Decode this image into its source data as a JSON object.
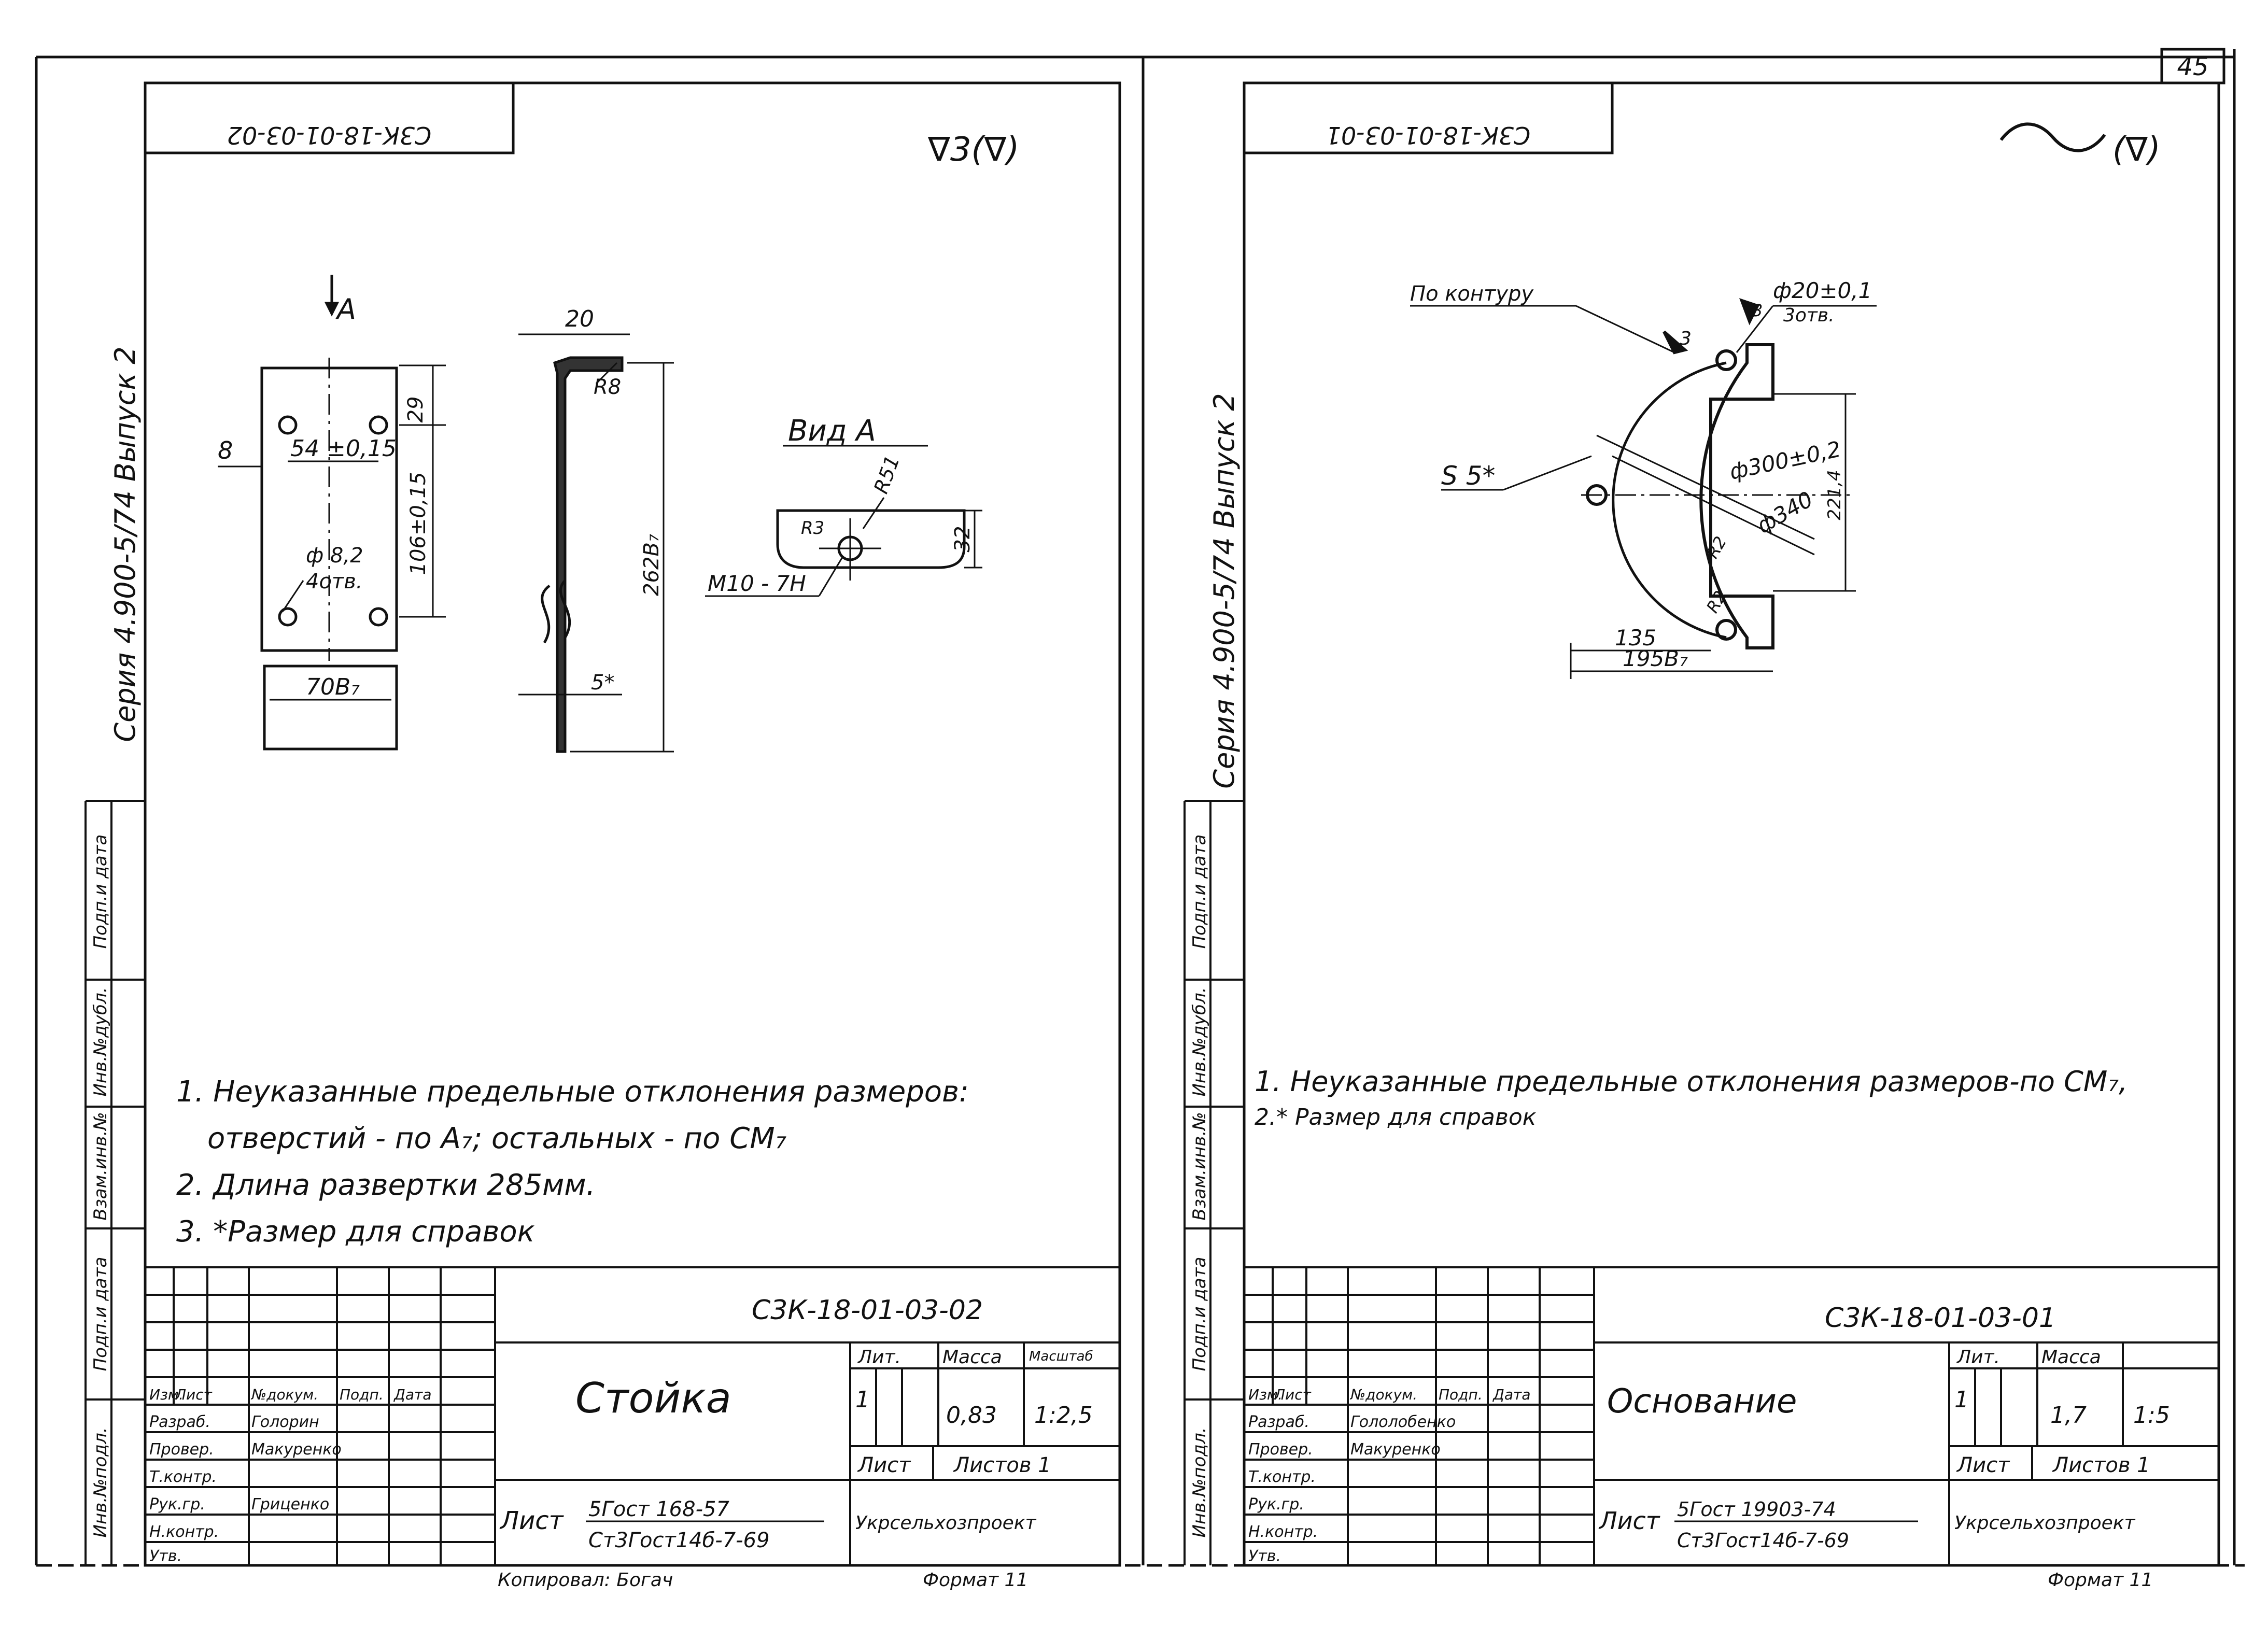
{
  "page_number": "45",
  "left_sheet": {
    "rotated_stamp": "С3К-18-01-03-02",
    "roughness": "∇3(∇)",
    "series_label": "Серия 4.900-5/74 Выпуск 2",
    "side_labels": [
      "Подп.и дата",
      "Инв.№дубл.",
      "Взам.инв.№",
      "Подп.и дата",
      "Инв.№подл."
    ],
    "drawing": {
      "arrow_a": "А",
      "dim_8": "8",
      "dim_54": "54 ±0,15",
      "dim_29": "29",
      "dim_106": "106±0,15",
      "hole_note_1": "ф 8,2",
      "hole_note_2": "4отв.",
      "dim_70": "70В₇",
      "dim_20": "20",
      "dim_r8": "R8",
      "dim_262": "262В₇",
      "dim_5": "5*",
      "view_title": "Вид А",
      "dim_r51": "R51",
      "dim_r3": "R3",
      "dim_32": "32",
      "thread": "М10 - 7Н"
    },
    "notes": [
      "1. Неуказанные предельные отклонения размеров:",
      "отверстий - по А₇; остальных - по СМ₇",
      "2. Длина развертки 285мм.",
      "3. *Размер для справок"
    ],
    "title_block": {
      "code": "С3К-18-01-03-02",
      "name": "Стойка",
      "headers": [
        "Изм.",
        "Лист",
        "№докум.",
        "Подп.",
        "Дата"
      ],
      "roles": [
        "Разраб.",
        "Провер.",
        "Т.контр.",
        "Рук.гр.",
        "Н.контр.",
        "Утв."
      ],
      "names": [
        "Голорин",
        "Макуренко",
        "",
        "Гриценко",
        "",
        ""
      ],
      "lit_header": "Лит.",
      "mass_header": "Масса",
      "scale_header": "Масштаб",
      "lit_value": "1",
      "mass_value": "0,83",
      "scale_value": "1:2,5",
      "sheet_label": "Лист",
      "sheets_label": "Листов 1",
      "material_prefix": "Лист",
      "material_line1": "5Гост 168-57",
      "material_line2": "Ст3Гост14б-7-69",
      "org": "Укрсельхозпроект",
      "copied_by": "Копировал: Богач",
      "format": "Формат 11"
    }
  },
  "right_sheet": {
    "rotated_stamp": "С3К-18-01-03-01",
    "roughness": "(∇)",
    "series_label": "Серия 4.900-5/74 Выпуск 2",
    "side_labels": [
      "Подп.и дата",
      "Инв.№дубл.",
      "Взам.инв.№",
      "Подп.и дата",
      "Инв.№подл."
    ],
    "drawing": {
      "contour_label": "По контуру",
      "contour_mark": "3",
      "hole_dim": "ф20±0,1",
      "hole_count": "3отв.",
      "hole_mark": "3",
      "s_label": "S 5*",
      "dim_300": "ф300±0,2",
      "dim_340": "ф340",
      "dim_221": "221,4",
      "dim_r2a": "R2",
      "dim_r2b": "R2",
      "dim_135": "135",
      "dim_195": "195В₇"
    },
    "notes": [
      "1. Неуказанные предельные отклонения размеров-по СМ₇,",
      "2.* Размер для справок"
    ],
    "title_block": {
      "code": "С3К-18-01-03-01",
      "name": "Основание",
      "headers": [
        "Изм.",
        "Лист",
        "№докум.",
        "Подп.",
        "Дата"
      ],
      "roles": [
        "Разраб.",
        "Провер.",
        "Т.контр.",
        "Рук.гр.",
        "Н.контр.",
        "Утв."
      ],
      "names": [
        "Гололобенко",
        "Макуренко",
        "",
        "",
        "",
        ""
      ],
      "lit_header": "Лит.",
      "mass_header": "Масса",
      "lit_value": "1",
      "mass_value": "1,7",
      "scale_value": "1:5",
      "sheet_label": "Лист",
      "sheets_label": "Листов 1",
      "material_prefix": "Лист",
      "material_line1": "5Гост 19903-74",
      "material_line2": "Ст3Гост14б-7-69",
      "org": "Укрсельхозпроект",
      "format": "Формат 11"
    }
  }
}
